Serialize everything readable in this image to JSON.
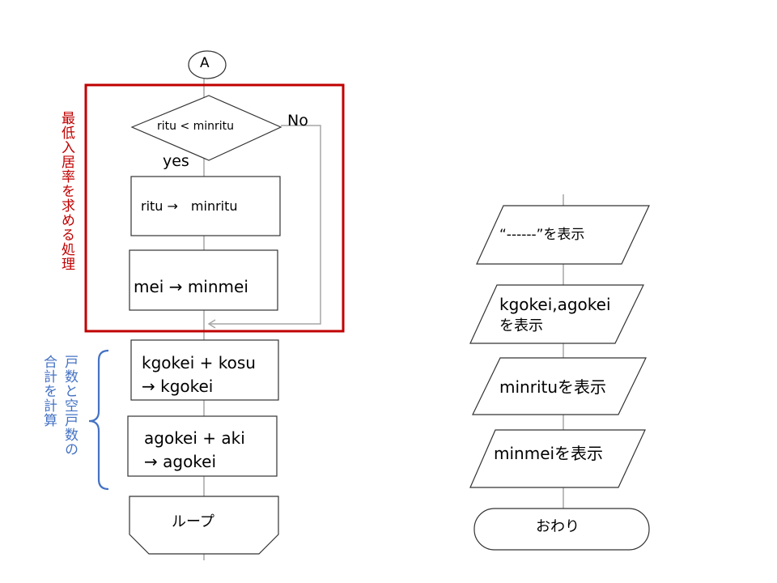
{
  "connector": {
    "label": "A"
  },
  "left_flow": {
    "decision": {
      "text": "ritu < minritu",
      "no_label": "No",
      "yes_label": "yes"
    },
    "step1": {
      "text": "ritu →　minritu"
    },
    "step2": {
      "text": "mei → minmei"
    },
    "step3": {
      "line1": "kgokei + kosu",
      "line2": "→ kgokei"
    },
    "step4": {
      "line1": "agokei + aki",
      "line2": "→ agokei"
    },
    "loop_end": {
      "text": "ループ"
    },
    "highlight_box_note": {
      "text": "最低入居率を求める処理",
      "color": "#c00000"
    },
    "bracket_note": {
      "col1": "戸数と空戸数の",
      "col2": "合計を計算",
      "color": "#4472c4"
    }
  },
  "right_flow": {
    "out1": {
      "text": "“------”を表示"
    },
    "out2": {
      "line1": "kgokei,agokei",
      "line2": "を表示"
    },
    "out3": {
      "text": "minrituを表示"
    },
    "out4": {
      "text": "minmeiを表示"
    },
    "terminal": {
      "text": "おわり"
    }
  }
}
